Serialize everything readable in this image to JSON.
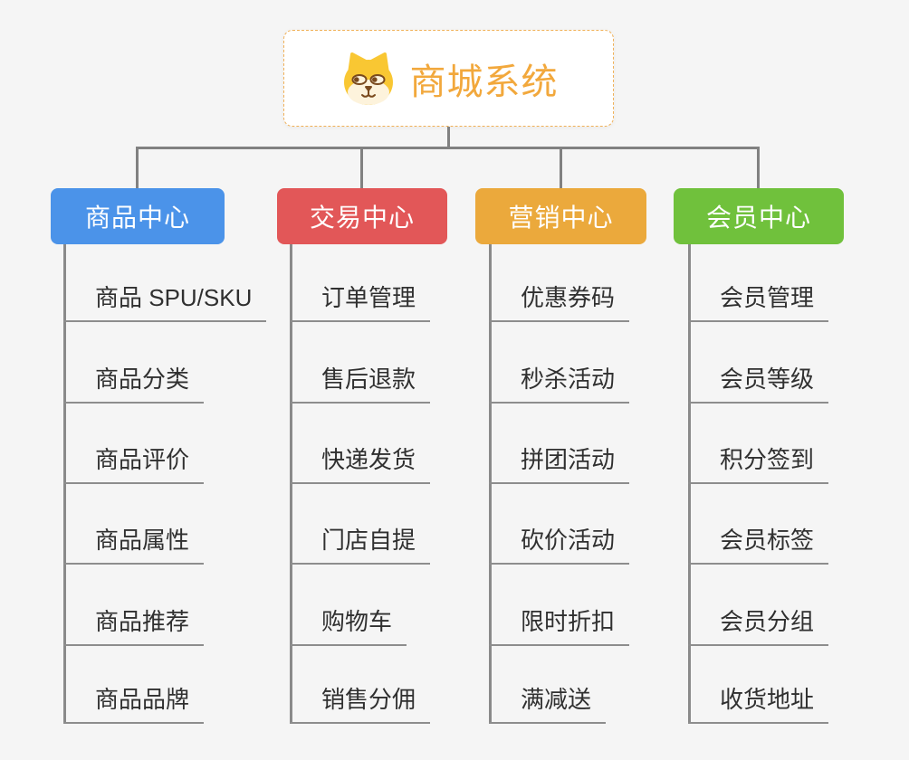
{
  "page": {
    "background": "#F5F5F5"
  },
  "root": {
    "title": "商城系统",
    "icon": "shiba-dog-icon",
    "text_color": "#F2A83C",
    "border_color": "#F0B057"
  },
  "branches": [
    {
      "label": "商品中心",
      "color": "#4B93E9",
      "items": [
        "商品 SPU/SKU",
        "商品分类",
        "商品评价",
        "商品属性",
        "商品推荐",
        "商品品牌"
      ]
    },
    {
      "label": "交易中心",
      "color": "#E25758",
      "items": [
        "订单管理",
        "售后退款",
        "快递发货",
        "门店自提",
        "购物车",
        "销售分佣"
      ]
    },
    {
      "label": "营销中心",
      "color": "#EBA93C",
      "items": [
        "优惠券码",
        "秒杀活动",
        "拼团活动",
        "砍价活动",
        "限时折扣",
        "满减送"
      ]
    },
    {
      "label": "会员中心",
      "color": "#70C13C",
      "items": [
        "会员管理",
        "会员等级",
        "积分签到",
        "会员标签",
        "会员分组",
        "收货地址"
      ]
    }
  ],
  "colors": {
    "connector": "#818181",
    "underline": "#8D8D8D",
    "item_text": "#303030"
  }
}
